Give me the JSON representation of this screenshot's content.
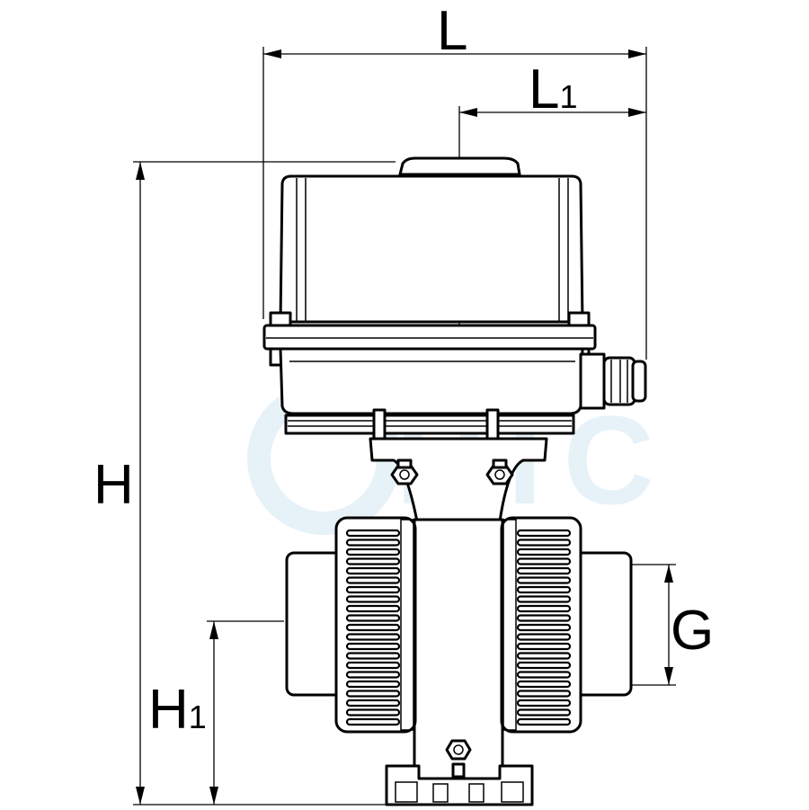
{
  "watermark": {
    "text": "HTC",
    "color": "#e6f1f8"
  },
  "dimensions": {
    "L": {
      "main": "L",
      "sub": ""
    },
    "L1": {
      "main": "L",
      "sub": "1"
    },
    "H": {
      "main": "H",
      "sub": ""
    },
    "H1": {
      "main": "H",
      "sub": "1"
    },
    "G": {
      "main": "G",
      "sub": ""
    }
  },
  "colors": {
    "line": "#000000",
    "background": "#ffffff"
  }
}
